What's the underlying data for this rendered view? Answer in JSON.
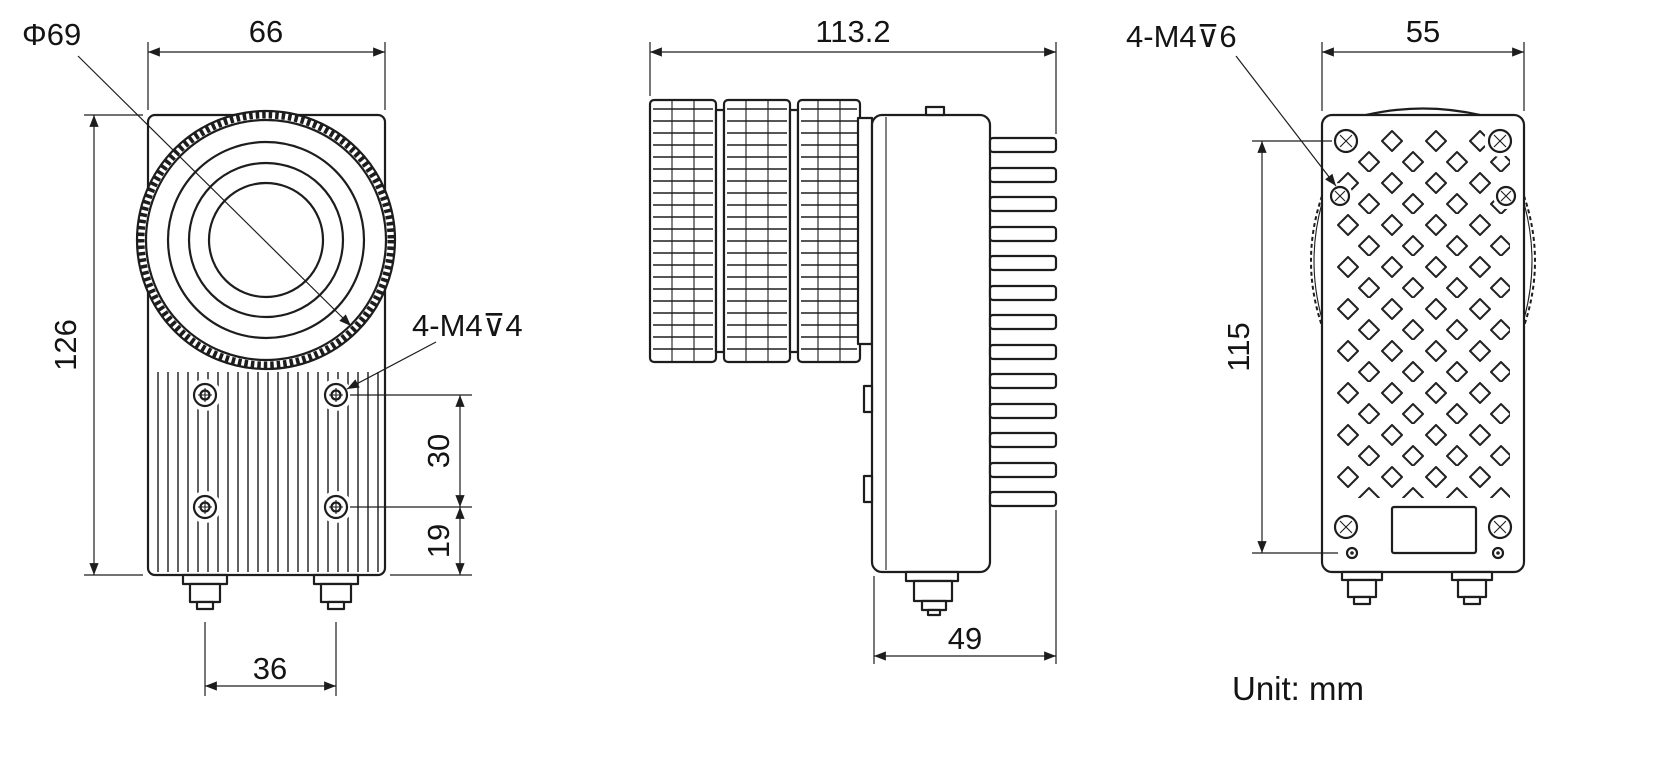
{
  "colors": {
    "ink": "#1d1d1d",
    "background": "#ffffff"
  },
  "front_view": {
    "width": "66",
    "lens_diameter": "Φ69",
    "height": "126",
    "screw_callout": "4-M4⊽4",
    "screw_row_spacing": "30",
    "screw_bottom_offset": "19",
    "connector_spacing": "36"
  },
  "side_view": {
    "total_length": "113.2",
    "body_depth": "49"
  },
  "back_view": {
    "screw_callout": "4-M4⊽6",
    "width": "55",
    "hole_spacing": "115"
  },
  "footer": {
    "unit_label": "Unit: mm"
  }
}
